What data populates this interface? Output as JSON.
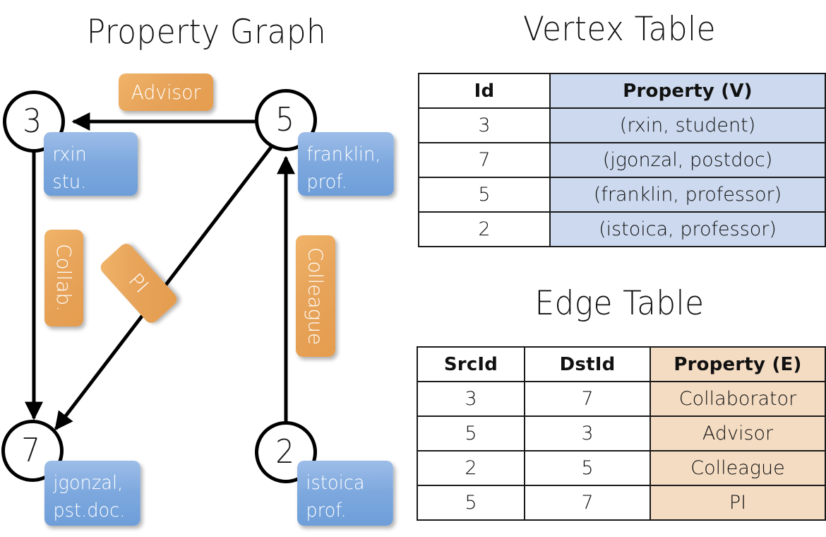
{
  "titles": {
    "property_graph": "Property Graph",
    "vertex_table": "Vertex Table",
    "edge_table": "Edge Table"
  },
  "graph": {
    "nodes": [
      {
        "id": "3",
        "prop_line1": "rxin",
        "prop_line2": "stu."
      },
      {
        "id": "5",
        "prop_line1": "franklin,",
        "prop_line2": "prof."
      },
      {
        "id": "7",
        "prop_line1": "jgonzal,",
        "prop_line2": "pst.doc."
      },
      {
        "id": "2",
        "prop_line1": "istoica",
        "prop_line2": "prof."
      }
    ],
    "edge_labels": {
      "advisor": "Advisor",
      "collab": "Collab.",
      "pi": "PI",
      "colleague": "Colleague"
    }
  },
  "vertex_table": {
    "headers": [
      "Id",
      "Property (V)"
    ],
    "rows": [
      {
        "id": "3",
        "property": "(rxin, student)"
      },
      {
        "id": "7",
        "property": "(jgonzal, postdoc)"
      },
      {
        "id": "5",
        "property": "(franklin, professor)"
      },
      {
        "id": "2",
        "property": "(istoica, professor)"
      }
    ]
  },
  "edge_table": {
    "headers": [
      "SrcId",
      "DstId",
      "Property (E)"
    ],
    "rows": [
      {
        "src": "3",
        "dst": "7",
        "property": "Collaborator"
      },
      {
        "src": "5",
        "dst": "3",
        "property": "Advisor"
      },
      {
        "src": "2",
        "dst": "5",
        "property": "Colleague"
      },
      {
        "src": "5",
        "dst": "7",
        "property": "PI"
      }
    ]
  },
  "colors": {
    "vertex_fill": "#ccd9ee",
    "edge_fill": "#f4dcc3",
    "node_box_blue": "#7da8de",
    "edge_label_orange": "#e7a45a",
    "stroke": "#000000"
  }
}
